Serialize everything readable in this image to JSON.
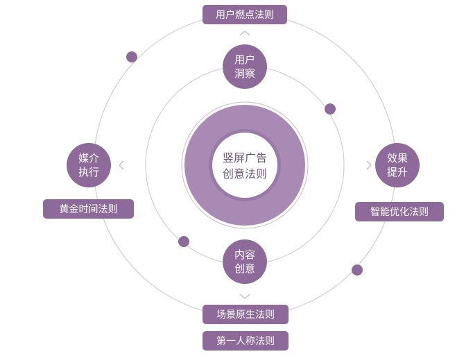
{
  "center": {
    "line1": "竖屏广告",
    "line2": "创意法则"
  },
  "nodes": {
    "top": {
      "line1": "用户",
      "line2": "洞察"
    },
    "bottom": {
      "line1": "内容",
      "line2": "创意"
    },
    "left": {
      "line1": "媒介",
      "line2": "执行"
    },
    "right": {
      "line1": "效果",
      "line2": "提升"
    }
  },
  "pills": {
    "top": "用户燃点法则",
    "left": "黄金时间法则",
    "right": "智能优化法则",
    "bottom1": "场景原生法则",
    "bottom2": "第一人称法则"
  },
  "colors": {
    "primary": "#8e6a9a",
    "ring": "#a98ab5",
    "line": "#cfcfcf",
    "center_text": "#6a5577"
  }
}
